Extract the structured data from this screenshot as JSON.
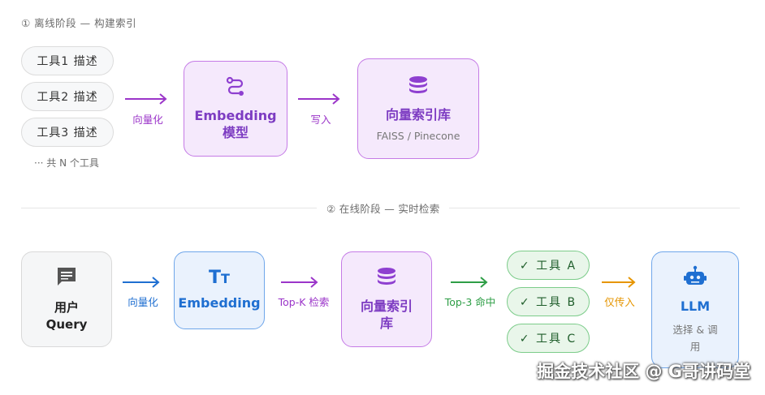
{
  "colors": {
    "purple": "#7d3cc2",
    "purple_arrow": "#9b35c9",
    "blue": "#1f6fd1",
    "green": "#2e9e46",
    "orange": "#e69500",
    "gray_text": "#6b6b6b"
  },
  "offline": {
    "title": "① 离线阶段 — 构建索引",
    "tools": [
      "工具1 描述",
      "工具2 描述",
      "工具3 描述"
    ],
    "more_note": "··· 共 N 个工具",
    "arrow1_label": "向量化",
    "embedding": {
      "title": "Embedding\n模型",
      "icon": "route-icon"
    },
    "arrow2_label": "写入",
    "vector_db": {
      "title": "向量索引库",
      "subtitle": "FAISS / Pinecone",
      "icon": "database-icon"
    }
  },
  "online": {
    "title": "② 在线阶段 — 实时检索",
    "user": {
      "title": "用户\nQuery",
      "icon": "message-icon"
    },
    "arrow1_label": "向量化",
    "embedding": {
      "title": "Embedding",
      "icon": "text-icon"
    },
    "arrow2_label": "Top-K 检索",
    "vector_db": {
      "title": "向量索引\n库",
      "icon": "database-icon"
    },
    "arrow3_label": "Top-3 命中",
    "results": [
      "✓ 工具 A",
      "✓ 工具 B",
      "✓ 工具 C"
    ],
    "arrow4_label": "仅传入",
    "llm": {
      "title": "LLM",
      "subtitle": "选择 & 调\n用",
      "icon": "robot-icon"
    }
  },
  "watermark": "掘金技术社区 @ G哥讲码堂"
}
